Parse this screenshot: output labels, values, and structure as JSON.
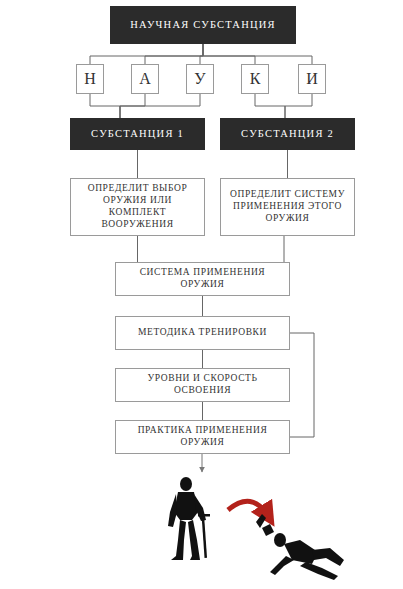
{
  "diagram": {
    "nodes": [
      {
        "text": [
          "НАУЧНАЯ СУБСТАНЦИЯ"
        ]
      },
      {
        "text": [
          "Н"
        ]
      },
      {
        "text": [
          "А"
        ]
      },
      {
        "text": [
          "У"
        ]
      },
      {
        "text": [
          "К"
        ]
      },
      {
        "text": [
          "И"
        ]
      },
      {
        "text": [
          "СУБСТАНЦИЯ 1"
        ]
      },
      {
        "text": [
          "СУБСТАНЦИЯ 2"
        ]
      },
      {
        "text": [
          "ОПРЕДЕЛИТ ВЫБОР ОРУЖИЯ ИЛИ КОМПЛЕКТ ВООРУЖЕНИЯ"
        ]
      },
      {
        "text": [
          "ОПРЕДЕЛИТ СИСТЕМУ ПРИМЕНЕНИЯ ЭТОГО ОРУЖИЯ"
        ]
      },
      {
        "text": [
          "СИСТЕМА ПРИМЕНЕНИЯ ОРУЖИЯ"
        ]
      },
      {
        "text": [
          "МЕТОДИКА ТРЕНИРОВКИ"
        ]
      },
      {
        "text": [
          "УРОВНИ И СКОРОСТЬ ОСВОЕНИЯ"
        ]
      },
      {
        "text": [
          "ПРАКТИКА ПРИМЕНЕНИЯ ОРУЖИЯ"
        ]
      }
    ],
    "edges": [
      {
        "from": 0,
        "to": 1,
        "arrow": "none"
      },
      {
        "from": 0,
        "to": 2,
        "arrow": "none"
      },
      {
        "from": 0,
        "to": 3,
        "arrow": "none"
      },
      {
        "from": 0,
        "to": 4,
        "arrow": "none"
      },
      {
        "from": 0,
        "to": 5,
        "arrow": "none"
      },
      {
        "from": 1,
        "to": 6,
        "arrow": "none"
      },
      {
        "from": 2,
        "to": 6,
        "arrow": "none"
      },
      {
        "from": 3,
        "to": 6,
        "arrow": "none"
      },
      {
        "from": 4,
        "to": 7,
        "arrow": "none"
      },
      {
        "from": 5,
        "to": 7,
        "arrow": "none"
      },
      {
        "from": 6,
        "to": 8,
        "arrow": "none"
      },
      {
        "from": 7,
        "to": 9,
        "arrow": "none"
      },
      {
        "from": 8,
        "to": 10,
        "arrow": "none"
      },
      {
        "from": 9,
        "to": 10,
        "arrow": "none"
      },
      {
        "from": 10,
        "to": 11,
        "arrow": "none"
      },
      {
        "from": 11,
        "to": 12,
        "arrow": "none"
      },
      {
        "from": 12,
        "to": 13,
        "arrow": "none"
      },
      {
        "from": 11,
        "to": 13,
        "arrow": "none"
      }
    ]
  }
}
